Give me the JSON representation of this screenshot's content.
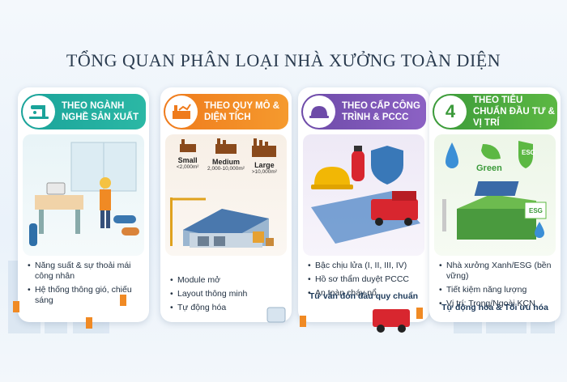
{
  "title": "TỔNG QUAN PHÂN LOẠI NHÀ XƯỞNG TOÀN DIỆN",
  "cards": [
    {
      "heading": "THEO NGÀNH NGHỀ SẢN XUẤT",
      "items": [
        "Năng suất & sự thoải mái công nhân",
        "Hệ thống thông gió, chiếu sáng"
      ],
      "footer": ""
    },
    {
      "heading": "THEO QUY MÔ & DIỆN TÍCH",
      "sizes": [
        {
          "label": "Small",
          "range": "<2,000m²"
        },
        {
          "label": "Medium",
          "range": "2,000-10,000m²"
        },
        {
          "label": "Large",
          "range": ">10,000m²"
        }
      ],
      "items": [
        "Module mở",
        "Layout thông minh",
        "Tự động hóa"
      ],
      "footer": ""
    },
    {
      "heading": "THEO CẤP CÔNG TRÌNH & PCCC",
      "items": [
        "Bậc chịu lửa (I, II, III, IV)",
        "Hồ sơ thẩm duyệt PCCC",
        "An toàn cháy nổ"
      ],
      "footer": "Tư vấn đón đầu quy chuẩn"
    },
    {
      "heading": "THEO TIÊU CHUẨN ĐẦU TƯ & VỊ TRÍ",
      "badge_number": "4",
      "labels": {
        "green": "Green",
        "esg": "ESG"
      },
      "items": [
        "Nhà xưởng Xanh/ESG (bền vững)",
        "Tiết kiệm năng lượng",
        "Vị trí: Trong/Ngoài KCN"
      ],
      "footer": "Tự động hóa & Tối ưu hóa"
    }
  ],
  "colors": {
    "teal": "#1aa39a",
    "orange": "#ef7b1c",
    "purple": "#6d4aa8",
    "green": "#3b9a3a"
  }
}
